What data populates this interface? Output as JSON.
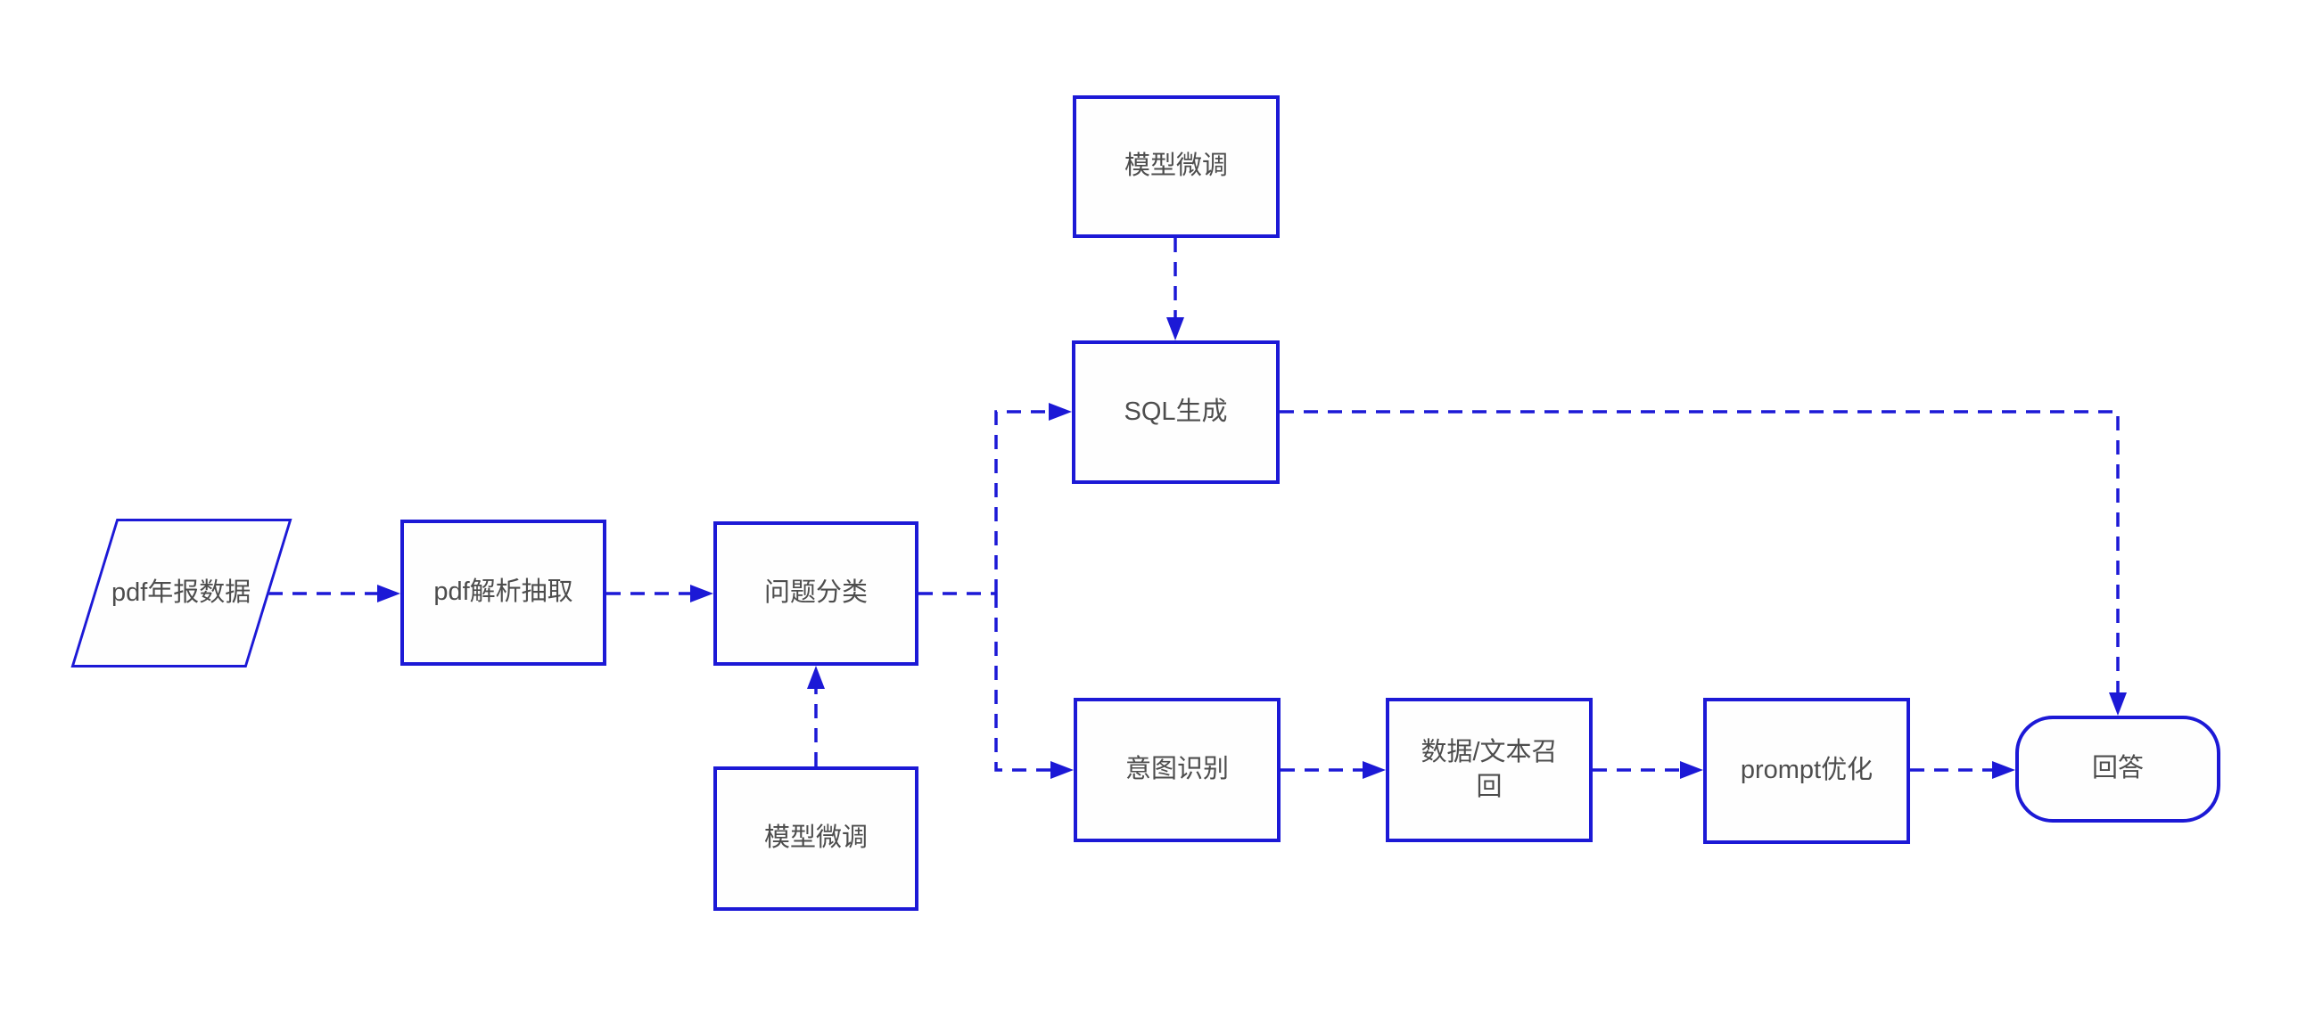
{
  "diagram": {
    "type": "flowchart",
    "colors": {
      "background": "#ffffff",
      "node_border": "#1c19d6",
      "node_fill": "#fefefe",
      "connector": "#1c19d6",
      "text": "#4d4d4d"
    },
    "connector_style": "dashed-with-solid-arrowhead",
    "nodes": [
      {
        "id": "pdf-annual-data",
        "shape": "parallelogram",
        "label": "pdf年报数据"
      },
      {
        "id": "pdf-parse-extract",
        "shape": "rectangle",
        "label": "pdf解析抽取"
      },
      {
        "id": "question-classify",
        "shape": "rectangle",
        "label": "问题分类"
      },
      {
        "id": "model-finetune-bottom",
        "shape": "rectangle",
        "label": "模型微调"
      },
      {
        "id": "model-finetune-top",
        "shape": "rectangle",
        "label": "模型微调"
      },
      {
        "id": "sql-generate",
        "shape": "rectangle",
        "label": "SQL生成"
      },
      {
        "id": "intent-recognize",
        "shape": "rectangle",
        "label": "意图识别"
      },
      {
        "id": "data-text-recall",
        "shape": "rectangle",
        "label": "数据/文本召回"
      },
      {
        "id": "prompt-optimize",
        "shape": "rectangle",
        "label": "prompt优化"
      },
      {
        "id": "answer",
        "shape": "stadium",
        "label": "回答"
      }
    ],
    "edges": [
      {
        "from": "pdf-annual-data",
        "to": "pdf-parse-extract",
        "style": "dashed-arrow"
      },
      {
        "from": "pdf-parse-extract",
        "to": "question-classify",
        "style": "dashed-arrow"
      },
      {
        "from": "question-classify",
        "to": "sql-generate",
        "style": "dashed-arrow"
      },
      {
        "from": "question-classify",
        "to": "intent-recognize",
        "style": "dashed-arrow"
      },
      {
        "from": "model-finetune-top",
        "to": "sql-generate",
        "style": "dashed-arrow"
      },
      {
        "from": "model-finetune-bottom",
        "to": "question-classify",
        "style": "dashed-arrow"
      },
      {
        "from": "intent-recognize",
        "to": "data-text-recall",
        "style": "dashed-arrow"
      },
      {
        "from": "data-text-recall",
        "to": "prompt-optimize",
        "style": "dashed-arrow"
      },
      {
        "from": "prompt-optimize",
        "to": "answer",
        "style": "dashed-arrow"
      },
      {
        "from": "sql-generate",
        "to": "answer",
        "style": "dashed-arrow"
      }
    ]
  }
}
